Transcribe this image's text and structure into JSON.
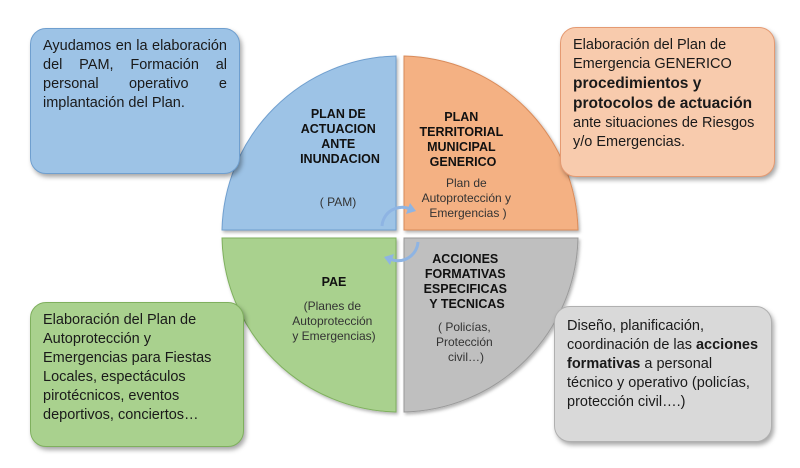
{
  "quadrants": {
    "tl": {
      "title_lines": [
        "PLAN DE",
        "ACTUACION",
        "ANTE",
        "INUNDACION"
      ],
      "sub_lines": [
        "( PAM)"
      ]
    },
    "tr": {
      "title_lines": [
        "PLAN",
        "TERRITORIAL",
        "MUNICIPAL",
        "GENERICO"
      ],
      "sub_lines": [
        "Plan de",
        "Autoprotección y",
        "Emergencias )"
      ]
    },
    "bl": {
      "title_lines": [
        "PAE"
      ],
      "sub_lines": [
        "(Planes de",
        "Autoprotección",
        "y Emergencias)"
      ]
    },
    "br": {
      "title_lines": [
        "ACCIONES",
        "FORMATIVAS",
        "ESPECIFICAS",
        "Y TECNICAS"
      ],
      "sub_lines": [
        "( Policías,",
        "Protección",
        "civil…)"
      ]
    }
  },
  "callouts": {
    "top_left": {
      "text": "Ayudamos en la elaboración del PAM, Formación al personal operativo e implantación del Plan."
    },
    "top_right": {
      "line1": "Elaboración del Plan de",
      "line2": "Emergencia GENERICO",
      "bold": "procedimientos y protocolos de actuación",
      "rest": " ante situaciones de Riesgos y/o Emergencias."
    },
    "bottom_left": {
      "text": "Elaboración del Plan de Autoprotección y Emergencias para Fiestas Locales, espectáculos pirotécnicos, eventos deportivos, conciertos…"
    },
    "bottom_right": {
      "intro": "Diseño, planificación, coordinación de las ",
      "bold": "acciones formativas",
      "rest": " a personal técnico y operativo (policías, protección civil….)"
    }
  },
  "colors": {
    "blue_quadrant": "#9dc3e6",
    "orange_quadrant": "#f4b183",
    "green_quadrant": "#a9d18e",
    "gray_quadrant": "#bfbfbf",
    "cycle_arrows": "#8eb4e3"
  },
  "icons": {
    "center": "cycle-arrows-icon"
  }
}
